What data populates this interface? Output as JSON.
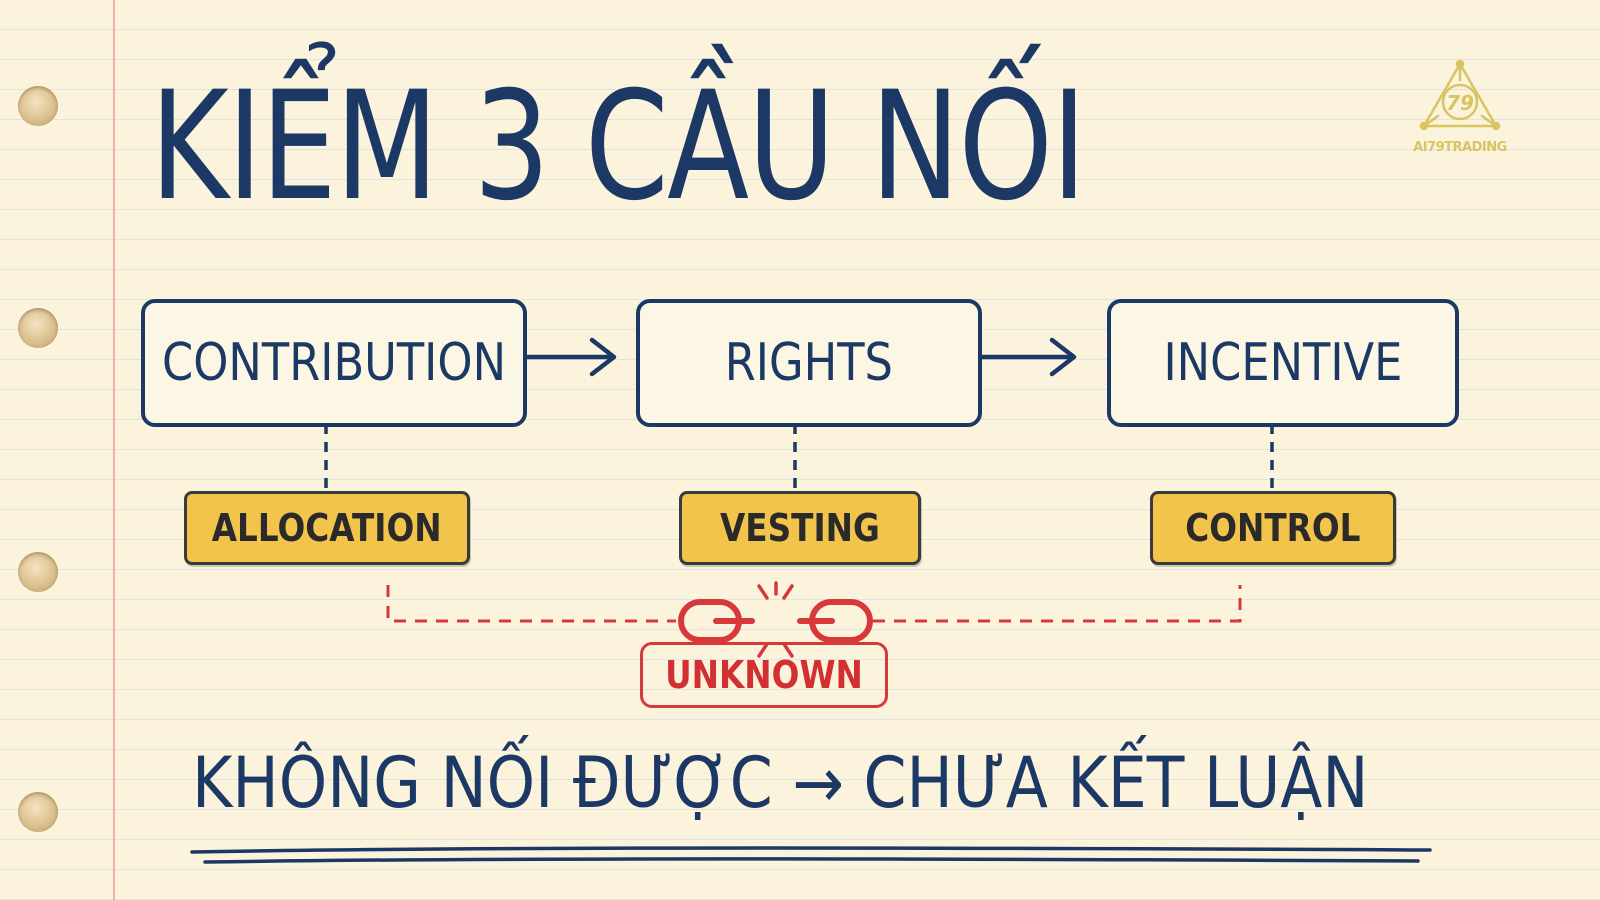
{
  "title": "KIỂM 3 CẦU NỐI",
  "logo": {
    "badge_number": "79",
    "brand_text": "AI79TRADING",
    "color": "#d8c562"
  },
  "flow": {
    "boxes": [
      {
        "label": "CONTRIBUTION"
      },
      {
        "label": "RIGHTS"
      },
      {
        "label": "INCENTIVE"
      }
    ],
    "tags": [
      {
        "label": "ALLOCATION"
      },
      {
        "label": "VESTING"
      },
      {
        "label": "CONTROL"
      }
    ],
    "broken_link_label": "UNKNOWN"
  },
  "conclusion": "KHÔNG NỐI ĐƯỢC → CHƯA KẾT LUẬN",
  "colors": {
    "ink": "#1c3865",
    "tag_fill": "#f3c44b",
    "warning": "#d9383b",
    "paper": "#fbf3dc",
    "margin_line": "#efb1a8"
  }
}
